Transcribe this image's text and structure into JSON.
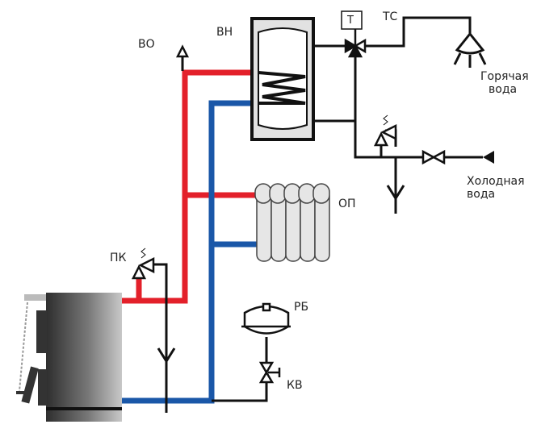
{
  "labels": {
    "vo": "ВО",
    "vn": "ВН",
    "t": "Т",
    "ts": "ТС",
    "hot_water_1": "Горячая",
    "hot_water_2": "вода",
    "cold_water_1": "Холодная",
    "cold_water_2": "вода",
    "op": "ОП",
    "pk": "ПК",
    "rb": "РБ",
    "kv": "КВ"
  },
  "colors": {
    "supply": "#e3202a",
    "return": "#1a57a8",
    "pipe": "#111111",
    "boiler": "#555555"
  }
}
